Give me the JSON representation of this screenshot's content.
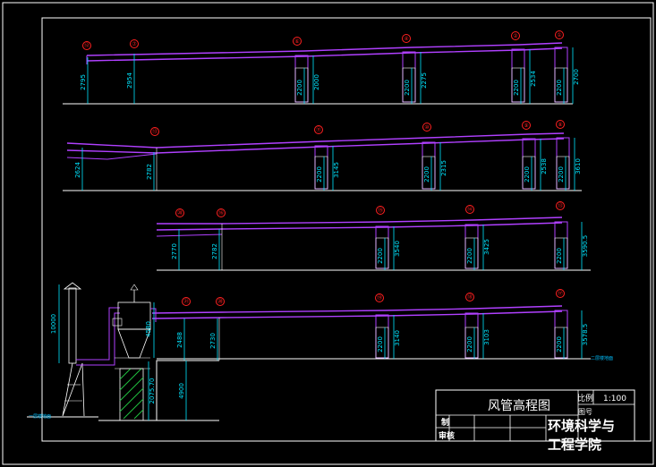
{
  "title_block": {
    "title": "风管高程图",
    "scale_label": "比例",
    "scale_value": "1:100",
    "sheet_label": "图号",
    "made_by_label": "制",
    "checked_by_label": "审核",
    "institution": "环境科学与工程学院"
  },
  "ground_labels": {
    "left": "一层楼地面",
    "right": "二层楼地面"
  },
  "rows": [
    {
      "markers": [
        "⑫",
        "⑦",
        "⑥",
        "④",
        "②",
        "①"
      ],
      "dims": [
        "2795",
        "2954",
        "2200",
        "2000",
        "2200",
        "2275",
        "2200",
        "2534",
        "2200",
        "2700"
      ]
    },
    {
      "markers": [
        "⑬",
        "⑪",
        "⑩",
        "⑨",
        "⑧"
      ],
      "dims": [
        "2624",
        "2782",
        "2200",
        "3145",
        "2200",
        "2315",
        "2200",
        "2538",
        "2200",
        "3610"
      ]
    },
    {
      "markers": [
        "⑳",
        "⑯",
        "⑮",
        "⑭",
        "⑬"
      ],
      "dims": [
        "2770",
        "2782",
        "2200",
        "3540",
        "2200",
        "3425",
        "2200",
        "3590.5"
      ]
    },
    {
      "markers": [
        "㉑",
        "⑳",
        "⑲",
        "⑱",
        "⑰"
      ],
      "dims": [
        "2488",
        "2730",
        "2200",
        "3140",
        "2200",
        "3103",
        "2200",
        "3578.5"
      ]
    }
  ],
  "equipment_dims": {
    "chimney": "10000",
    "cyclone": "4580",
    "base_upper": "2075.70",
    "base_lower": "4900"
  }
}
